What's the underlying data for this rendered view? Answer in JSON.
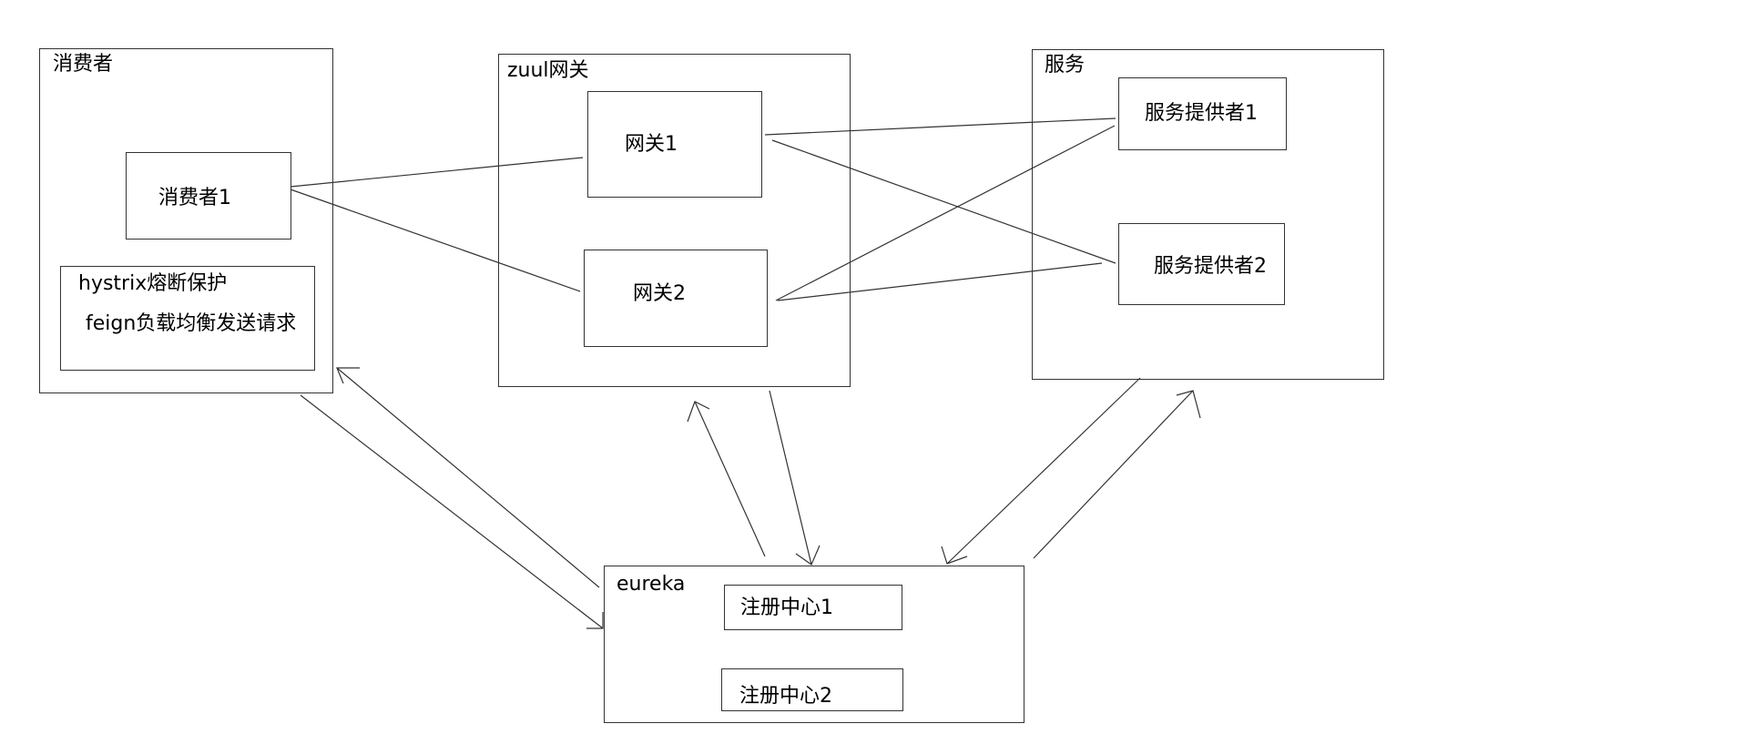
{
  "consumer_group": {
    "title": "消费者",
    "consumer1": "消费者1",
    "hystrix": "hystrix熔断保护",
    "feign": "feign负载均衡发送请求"
  },
  "gateway_group": {
    "title": "zuul网关",
    "gateway1": "网关1",
    "gateway2": "网关2"
  },
  "service_group": {
    "title": "服务",
    "provider1": "服务提供者1",
    "provider2": "服务提供者2"
  },
  "eureka_group": {
    "title": "eureka",
    "registry1": "注册中心1",
    "registry2": "注册中心2"
  }
}
